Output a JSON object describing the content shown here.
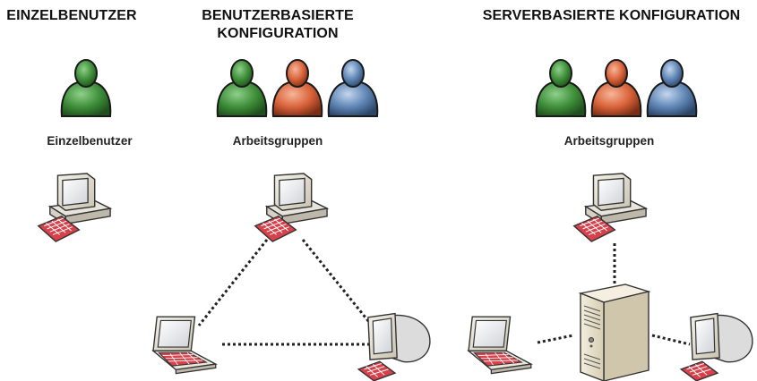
{
  "columns": [
    {
      "title": "EINZELBENUTZER",
      "subtitle": "Einzelbenutzer"
    },
    {
      "title_line1": "BENUTZERBASIERTE",
      "title_line2": "KONFIGURATION",
      "subtitle": "Arbeitsgruppen"
    },
    {
      "title": "SERVERBASIERTE KONFIGURATION",
      "subtitle": "Arbeitsgruppen"
    }
  ],
  "colors": {
    "user_green": "#3f8f3a",
    "user_orange": "#d9633a",
    "user_blue": "#5f86b5",
    "keyboard_red": "#d8404a",
    "connection": "#222222"
  },
  "icons": [
    "user-icon",
    "desktop-computer-icon",
    "laptop-icon",
    "crt-monitor-icon",
    "server-tower-icon"
  ]
}
